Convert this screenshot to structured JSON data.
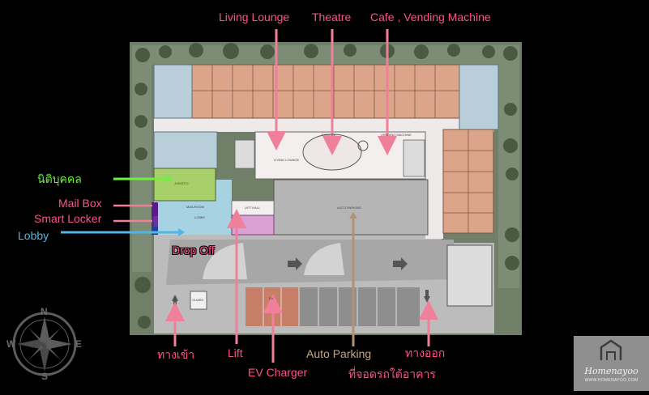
{
  "labels": {
    "living_lounge": "Living Lounge",
    "theatre": "Theatre",
    "cafe": "Cafe , Vending Machine",
    "juristic": "นิติบุคคล",
    "mail_box": "Mail Box",
    "smart_locker": "Smart Locker",
    "lobby": "Lobby",
    "drop_off": "Drop Off",
    "entrance": "ทางเข้า",
    "lift": "Lift",
    "ev_charger": "EV Charger",
    "auto_parking": "Auto Parking",
    "underground_parking": "ที่จอดรถใต้อาคาร",
    "exit": "ทางออก"
  },
  "plan_tags": {
    "lounge": "LIVING LOUNGE",
    "theatre": "THEATRE",
    "cafe": "VENDING MACHINE",
    "juristic": "JURISTIC",
    "mailroom": "MAILROOM",
    "lobby": "LOBBY",
    "lift_hall": "LIFT HALL",
    "auto_parking": "AUTO PARKING",
    "ev": "EV",
    "guard": "GUARD"
  },
  "compass": {
    "n": "N",
    "s": "S",
    "e": "E",
    "w": "W"
  },
  "logo": {
    "name": "Homenayoo",
    "url": "WWW.HOMENAYOO.COM"
  },
  "colors": {
    "pink": "#ff4f8e",
    "green": "#6cf23c",
    "blue": "#4fb6e6",
    "tan": "#c9a882",
    "unit_orange": "#dca58a",
    "unit_blue": "#b8cfd9",
    "lobby": "#a9d7e8",
    "juristic": "#a8d06a",
    "mailbox": "#5a1a8c",
    "lift": "#d9a1d3",
    "ev": "#c77f67",
    "ramp": "#bfbfbf"
  }
}
